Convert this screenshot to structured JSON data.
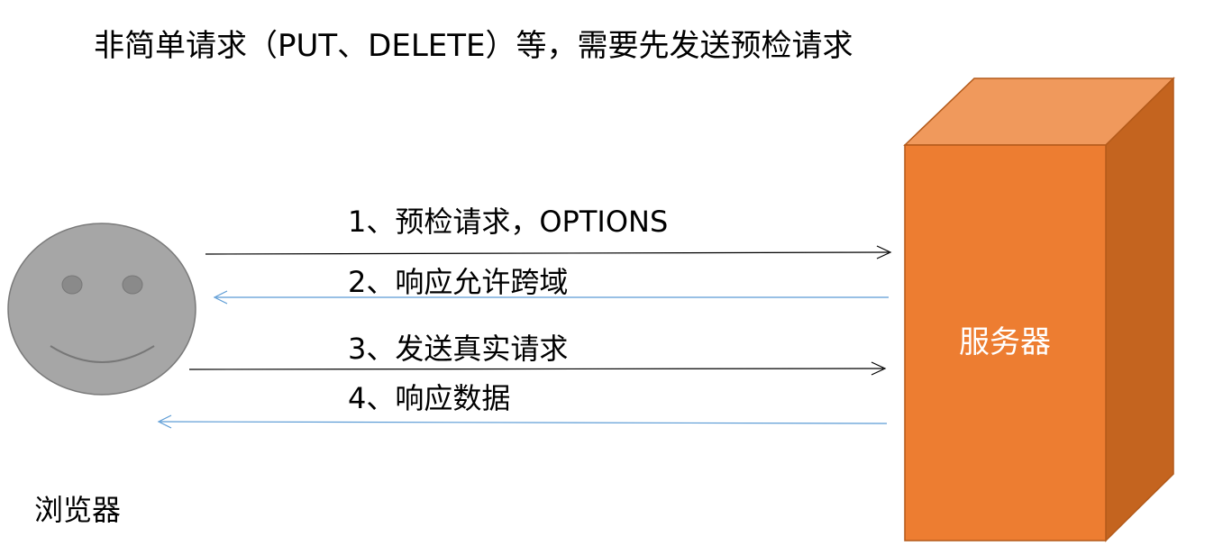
{
  "title": "非简单请求（PUT、DELETE）等，需要先发送预检请求",
  "browser": {
    "label": "浏览器",
    "icon": "smiley-face-icon",
    "fill": "#a6a6a6",
    "stroke": "#7a7a7a"
  },
  "server": {
    "label": "服务器",
    "front_color": "#ed7d31",
    "top_color": "#f0995c",
    "side_color": "#c4641f",
    "edge_color": "#b35a1a"
  },
  "steps": [
    {
      "label": "1、预检请求，OPTIONS",
      "direction": "browser-to-server",
      "color": "#000000"
    },
    {
      "label": "2、响应允许跨域",
      "direction": "server-to-browser",
      "color": "#5b9bd5"
    },
    {
      "label": "3、发送真实请求",
      "direction": "browser-to-server",
      "color": "#000000"
    },
    {
      "label": "4、响应数据",
      "direction": "server-to-browser",
      "color": "#5b9bd5"
    }
  ]
}
